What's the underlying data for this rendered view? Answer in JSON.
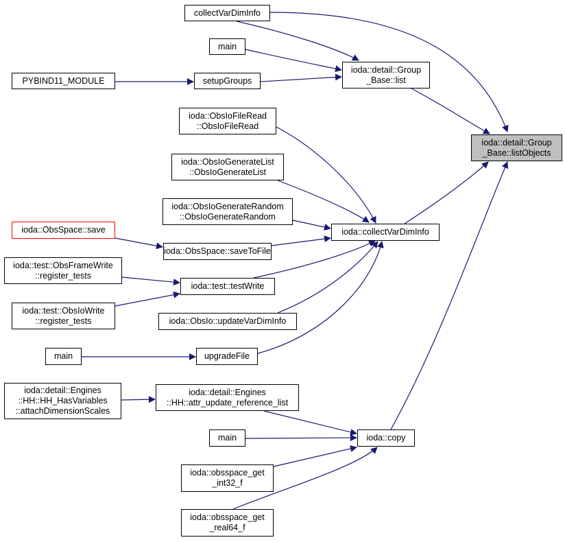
{
  "colors": {
    "edge": "#191970",
    "node_border": "#000000",
    "highlight_border": "#ff0000",
    "root_fill": "#bfbfbf"
  },
  "nodes": {
    "listObjects": [
      "ioda::detail::Group",
      "_Base::listObjects"
    ],
    "groupList": [
      "ioda::detail::Group",
      "_Base::list"
    ],
    "collectVarDimInfo_top": [
      "collectVarDimInfo"
    ],
    "main_top": [
      "main"
    ],
    "setupGroups": [
      "setupGroups"
    ],
    "pybind11": [
      "PYBIND11_MODULE"
    ],
    "collectVarDimInfo": [
      "ioda::collectVarDimInfo"
    ],
    "fileRead": [
      "ioda::ObsIoFileRead",
      "::ObsIoFileRead"
    ],
    "genList": [
      "ioda::ObsIoGenerateList",
      "::ObsIoGenerateList"
    ],
    "genRandom": [
      "ioda::ObsIoGenerateRandom",
      "::ObsIoGenerateRandom"
    ],
    "save": [
      "ioda::ObsSpace::save"
    ],
    "saveToFile": [
      "ioda::ObsSpace::saveToFile"
    ],
    "frameWrite": [
      "ioda::test::ObsFrameWrite",
      "::register_tests"
    ],
    "testWrite": [
      "ioda::test::testWrite"
    ],
    "ioWrite": [
      "ioda::test::ObsIoWrite",
      "::register_tests"
    ],
    "updateVarDimInfo": [
      "ioda::ObsIo::updateVarDimInfo"
    ],
    "main_upgrade": [
      "main"
    ],
    "upgradeFile": [
      "upgradeFile"
    ],
    "attachDims": [
      "ioda::detail::Engines",
      "::HH::HH_HasVariables",
      "::attachDimensionScales"
    ],
    "attrUpdate": [
      "ioda::detail::Engines",
      "::HH::attr_update_reference_list"
    ],
    "main_copy": [
      "main"
    ],
    "copy": [
      "ioda::copy"
    ],
    "getInt32": [
      "ioda::obsspace_get",
      "_int32_f"
    ],
    "getReal64": [
      "ioda::obsspace_get",
      "_real64_f"
    ]
  }
}
